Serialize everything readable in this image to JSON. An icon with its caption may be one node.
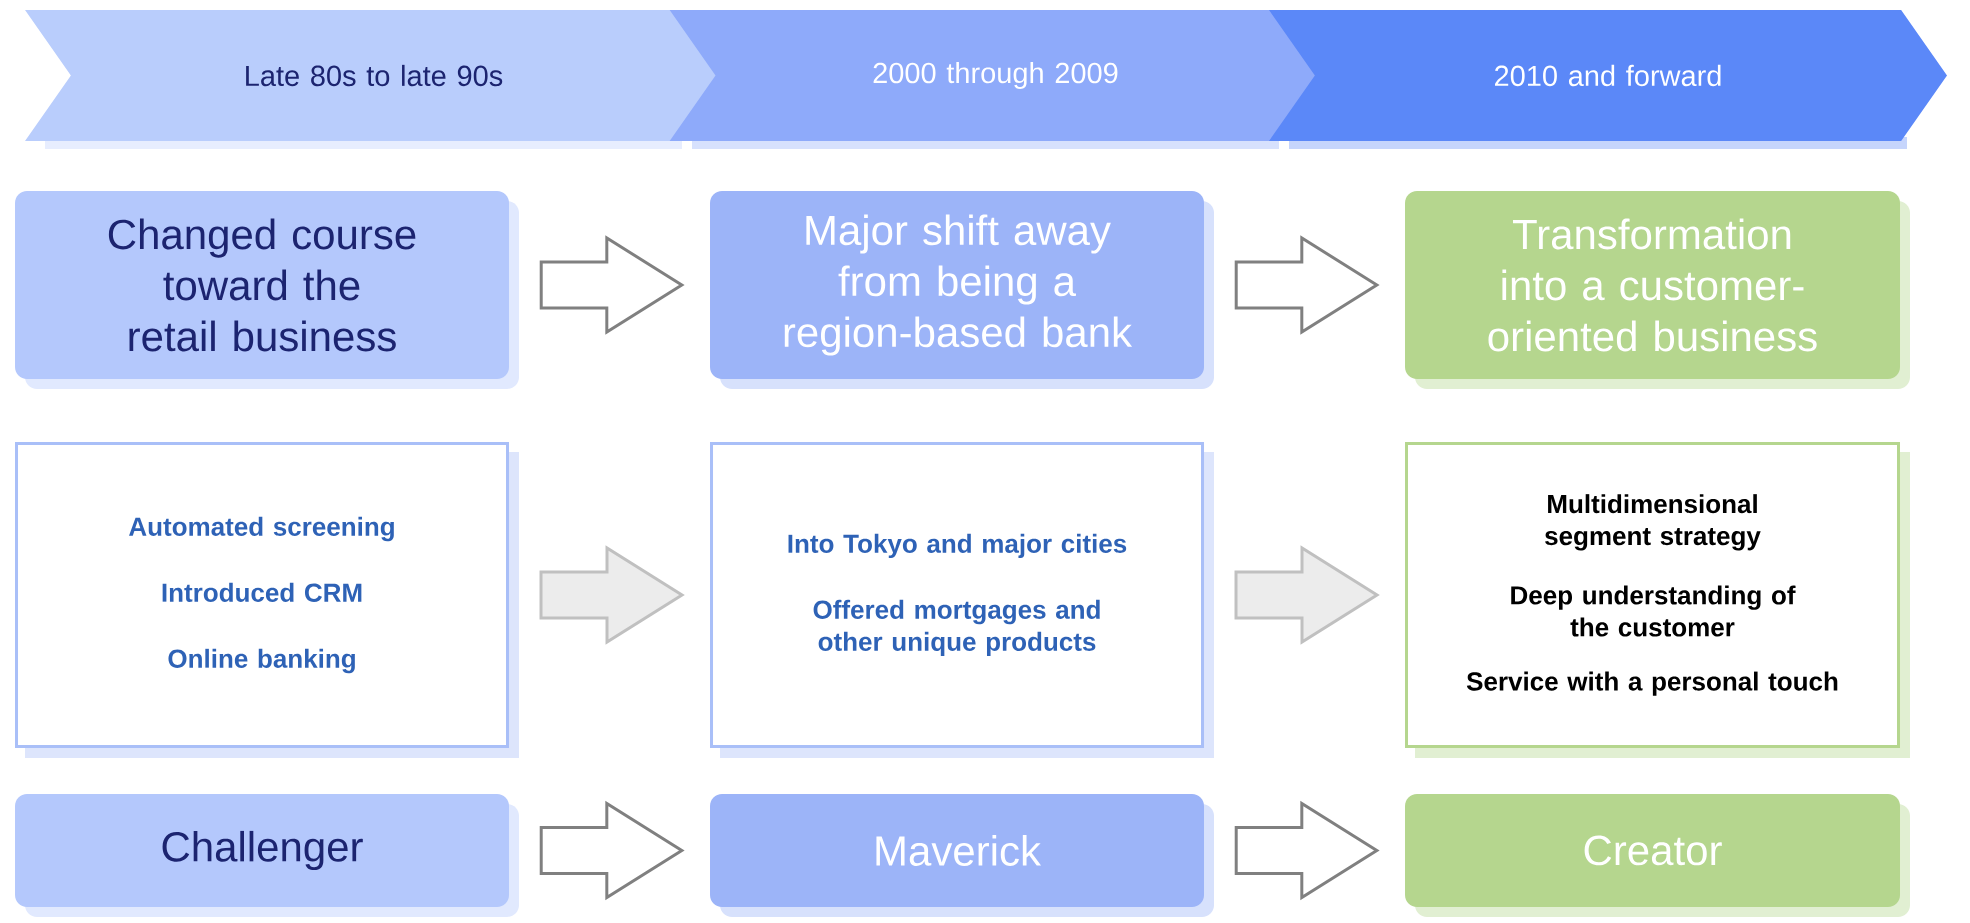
{
  "diagram": {
    "nodes": [
      {
        "text": [
          "Late 80s to late 90s"
        ]
      },
      {
        "text": [
          "2000 through 2009"
        ]
      },
      {
        "text": [
          "2010 and forward"
        ]
      },
      {
        "text": [
          "Changed course toward the retail business"
        ]
      },
      {
        "text": [
          "Major shift away from being a region-based bank"
        ]
      },
      {
        "text": [
          "Transformation into a customer-oriented business"
        ]
      },
      {
        "text": [
          "Automated screening",
          "Introduced CRM",
          "Online banking"
        ]
      },
      {
        "text": [
          "Into Tokyo and major cities",
          "Offered mortgages and other unique products"
        ]
      },
      {
        "text": [
          "Multidimensional segment strategy",
          "Deep understanding of the customer",
          "Service with a personal touch"
        ]
      },
      {
        "text": [
          "Challenger"
        ]
      },
      {
        "text": [
          "Maverick"
        ]
      },
      {
        "text": [
          "Creator"
        ]
      }
    ],
    "edges": [
      {
        "from": 3,
        "to": 4,
        "arrow": "to"
      },
      {
        "from": 4,
        "to": 5,
        "arrow": "to"
      },
      {
        "from": 6,
        "to": 7,
        "arrow": "to",
        "color": "#c0c0c0"
      },
      {
        "from": 7,
        "to": 8,
        "arrow": "to",
        "color": "#c0c0c0"
      },
      {
        "from": 9,
        "to": 10,
        "arrow": "to"
      },
      {
        "from": 10,
        "to": 11,
        "arrow": "to"
      }
    ]
  }
}
